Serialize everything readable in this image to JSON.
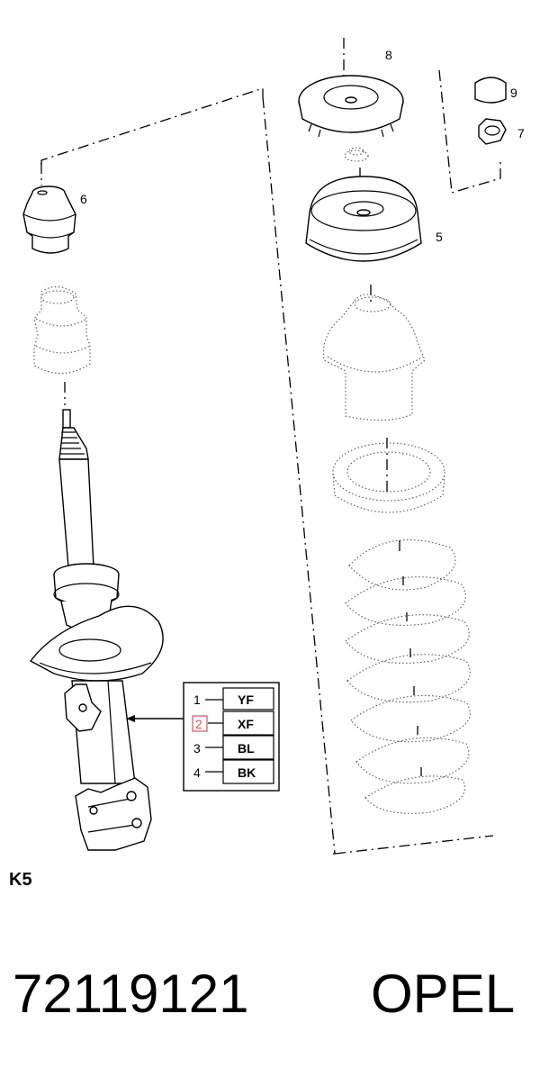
{
  "callouts": {
    "c5": "5",
    "c6": "6",
    "c7": "7",
    "c8": "8",
    "c9": "9"
  },
  "variant_table": {
    "rows": [
      {
        "index": "1",
        "code": "YF",
        "selected": false
      },
      {
        "index": "2",
        "code": "XF",
        "selected": true
      },
      {
        "index": "3",
        "code": "BL",
        "selected": false
      },
      {
        "index": "4",
        "code": "BK",
        "selected": false
      }
    ],
    "selected_color": "#e0505a"
  },
  "section_label": "K5",
  "part_number": "72119121",
  "brand": "OPEL"
}
